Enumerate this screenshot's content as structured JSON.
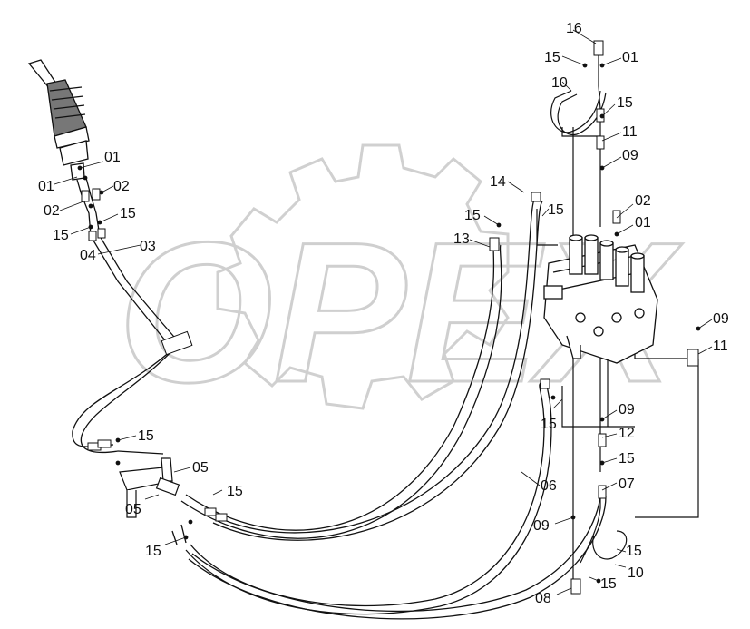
{
  "watermark": {
    "text": "OPEX"
  },
  "labels": {
    "l16": "16",
    "l15_top": "15",
    "l01_top": "01",
    "l10_top": "10",
    "l15_b": "15",
    "l11_top": "11",
    "l09_top": "09",
    "l14": "14",
    "l15_c": "15",
    "l02_r": "02",
    "l01_r": "01",
    "l15_d": "15",
    "l13": "13",
    "l01_js": "01",
    "l01_js2": "01",
    "l02_js": "02",
    "l02_js2": "02",
    "l15_js": "15",
    "l15_js2": "15",
    "l03": "03",
    "l04": "04",
    "l09_r": "09",
    "l11_r": "11",
    "l09_m": "09",
    "l15_m": "15",
    "l12": "12",
    "l15_n": "15",
    "l07": "07",
    "l06": "06",
    "l15_left": "15",
    "l05_a": "05",
    "l05_b": "05",
    "l15_bl": "15",
    "l15_mid": "15",
    "l09_bot": "09",
    "l15_br": "15",
    "l10_br": "10",
    "l15_bot": "15",
    "l08": "08"
  }
}
